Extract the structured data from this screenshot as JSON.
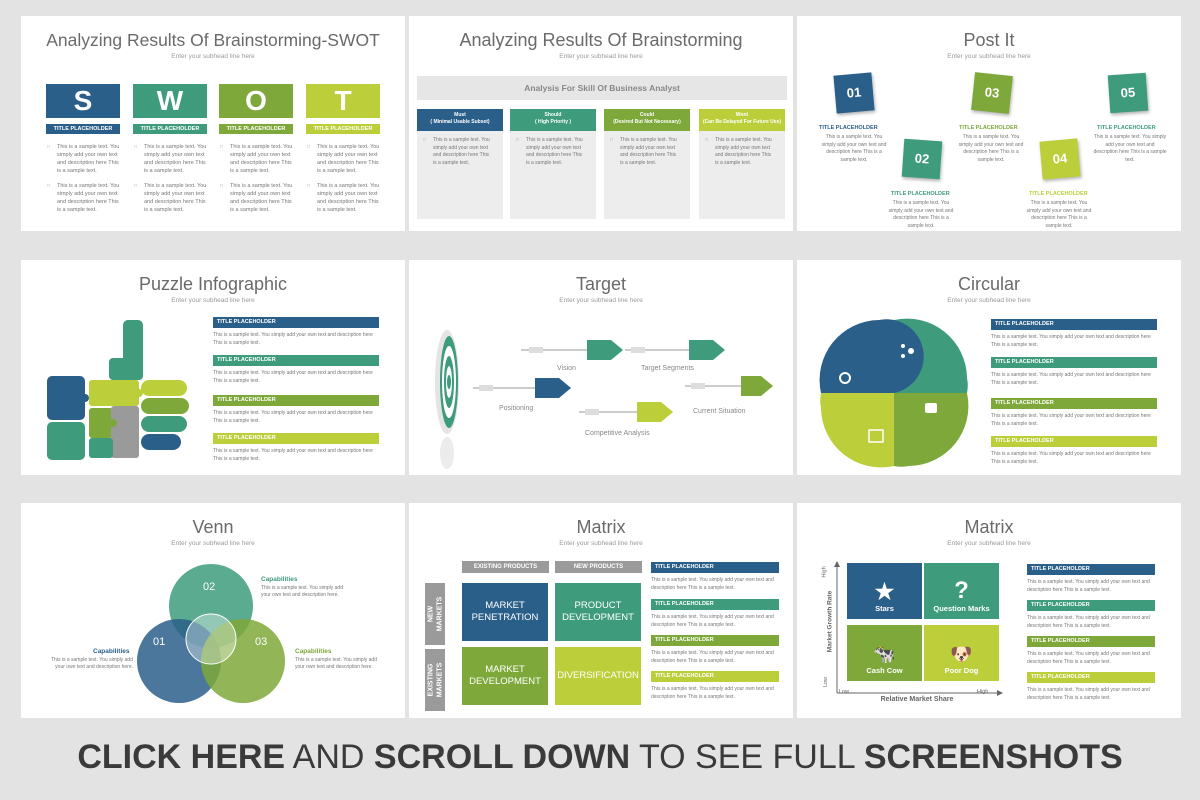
{
  "subhead": "Enter your subhead line here",
  "placeholder": "TITLE PLACEHOLDER",
  "sample_short": "This is a sample text. You simply add your own text and description here This is a sample text.",
  "sample_long": "This is a sample text. You simply add your own text and description here This is a sample text.",
  "colors": {
    "navy": "#2a5f8a",
    "teal": "#3e9c7d",
    "green": "#7ea83a",
    "lime": "#bccf3a",
    "gray": "#9a9a9a"
  },
  "swot": {
    "title": "Analyzing Results Of Brainstorming-SWOT",
    "letters": [
      "S",
      "W",
      "O",
      "T"
    ]
  },
  "brainstorm": {
    "title": "Analyzing Results Of Brainstorming",
    "banner": "Analysis For Skill Of Business Analyst",
    "columns": [
      {
        "head": "Must",
        "sub": "( Minimal Usable Subset)"
      },
      {
        "head": "Should",
        "sub": "( High Priority )"
      },
      {
        "head": "Could",
        "sub": "(Desired But Not Necessary)"
      },
      {
        "head": "Wont",
        "sub": "(Can Be Delayed For Future Use)"
      }
    ]
  },
  "postit": {
    "title": "Post It",
    "notes": [
      "01",
      "02",
      "03",
      "04",
      "05"
    ]
  },
  "puzzle": {
    "title": "Puzzle Infographic"
  },
  "target": {
    "title": "Target",
    "labels": [
      "Vision",
      "Target Segments",
      "Positioning",
      "Current Situation",
      "Competitive Analysis"
    ]
  },
  "circular": {
    "title": "Circular"
  },
  "venn": {
    "title": "Venn",
    "numbers": [
      "01",
      "02",
      "03"
    ],
    "cap_label": "Capabilities",
    "cap_text": "This is a sample text. You simply add your own text and description here."
  },
  "matrix1": {
    "title": "Matrix",
    "col_heads": [
      "EXISTING PRODUCTS",
      "NEW PRODUCTS"
    ],
    "row_heads": [
      "NEW MARKETS",
      "EXISTING MARKETS"
    ],
    "cells": [
      "MARKET PENETRATION",
      "PRODUCT DEVELOPMENT",
      "MARKET DEVELOPMENT",
      "DIVERSIFICATION"
    ]
  },
  "matrix2": {
    "title": "Matrix",
    "y_axis": "Market Growth Rate",
    "x_axis": "Relative Market Share",
    "high": "High",
    "low": "Low",
    "cells": [
      "Stars",
      "Question Marks",
      "Cash Cow",
      "Poor Dog"
    ]
  },
  "footer": {
    "p1": "CLICK HERE",
    "p2": " AND ",
    "p3": "SCROLL DOWN",
    "p4": " TO SEE FULL ",
    "p5": "SCREENSHOTS"
  }
}
